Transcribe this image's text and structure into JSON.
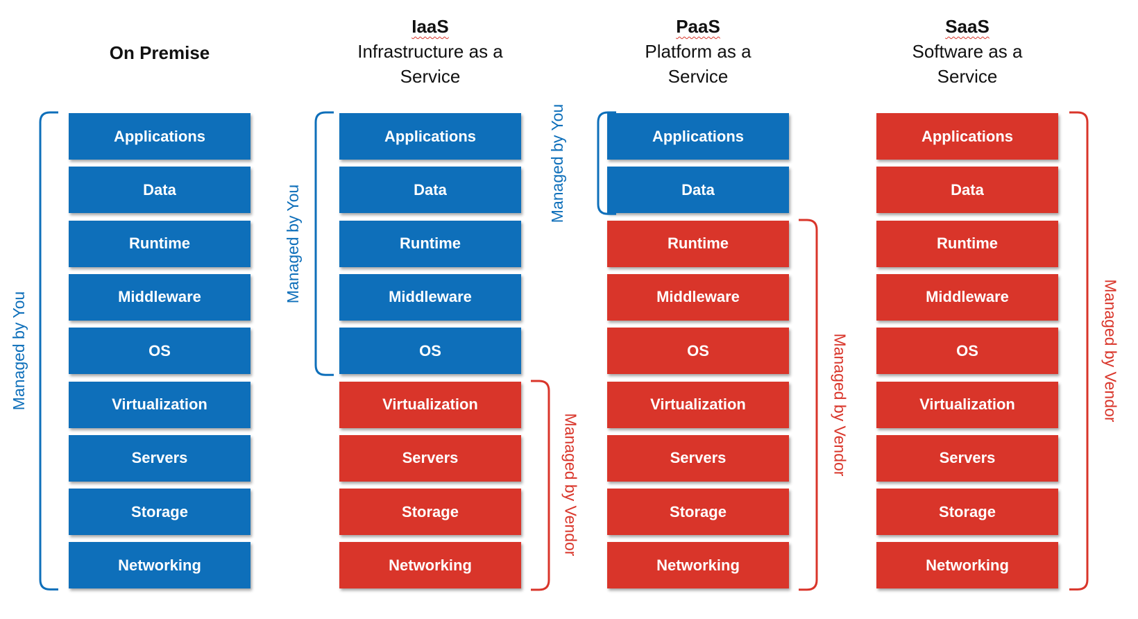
{
  "colors": {
    "you": "#0e6fba",
    "vendor": "#d9352a",
    "text": "#111111"
  },
  "columns": [
    {
      "id": "on-premise",
      "abbr": "On Premise",
      "full": "",
      "layers": [
        {
          "label": "Applications",
          "managed": "you"
        },
        {
          "label": "Data",
          "managed": "you"
        },
        {
          "label": "Runtime",
          "managed": "you"
        },
        {
          "label": "Middleware",
          "managed": "you"
        },
        {
          "label": "OS",
          "managed": "you"
        },
        {
          "label": "Virtualization",
          "managed": "you"
        },
        {
          "label": "Servers",
          "managed": "you"
        },
        {
          "label": "Storage",
          "managed": "you"
        },
        {
          "label": "Networking",
          "managed": "you"
        }
      ],
      "brackets": [
        {
          "label": "Managed by You",
          "managed": "you",
          "from": 0,
          "to": 8
        }
      ]
    },
    {
      "id": "iaas",
      "abbr": "IaaS",
      "full": "Infrastructure as a Service",
      "layers": [
        {
          "label": "Applications",
          "managed": "you"
        },
        {
          "label": "Data",
          "managed": "you"
        },
        {
          "label": "Runtime",
          "managed": "you"
        },
        {
          "label": "Middleware",
          "managed": "you"
        },
        {
          "label": "OS",
          "managed": "you"
        },
        {
          "label": "Virtualization",
          "managed": "vendor"
        },
        {
          "label": "Servers",
          "managed": "vendor"
        },
        {
          "label": "Storage",
          "managed": "vendor"
        },
        {
          "label": "Networking",
          "managed": "vendor"
        }
      ],
      "brackets": [
        {
          "label": "Managed by You",
          "managed": "you",
          "from": 0,
          "to": 4
        },
        {
          "label": "Managed by Vendor",
          "managed": "vendor",
          "from": 5,
          "to": 8
        }
      ]
    },
    {
      "id": "paas",
      "abbr": "PaaS",
      "full": "Platform as a Service",
      "layers": [
        {
          "label": "Applications",
          "managed": "you"
        },
        {
          "label": "Data",
          "managed": "you"
        },
        {
          "label": "Runtime",
          "managed": "vendor"
        },
        {
          "label": "Middleware",
          "managed": "vendor"
        },
        {
          "label": "OS",
          "managed": "vendor"
        },
        {
          "label": "Virtualization",
          "managed": "vendor"
        },
        {
          "label": "Servers",
          "managed": "vendor"
        },
        {
          "label": "Storage",
          "managed": "vendor"
        },
        {
          "label": "Networking",
          "managed": "vendor"
        }
      ],
      "brackets": [
        {
          "label": "Managed by You",
          "managed": "you",
          "from": 0,
          "to": 1
        },
        {
          "label": "Managed by Vendor",
          "managed": "vendor",
          "from": 2,
          "to": 8
        }
      ]
    },
    {
      "id": "saas",
      "abbr": "SaaS",
      "full": "Software as a Service",
      "layers": [
        {
          "label": "Applications",
          "managed": "vendor"
        },
        {
          "label": "Data",
          "managed": "vendor"
        },
        {
          "label": "Runtime",
          "managed": "vendor"
        },
        {
          "label": "Middleware",
          "managed": "vendor"
        },
        {
          "label": "OS",
          "managed": "vendor"
        },
        {
          "label": "Virtualization",
          "managed": "vendor"
        },
        {
          "label": "Servers",
          "managed": "vendor"
        },
        {
          "label": "Storage",
          "managed": "vendor"
        },
        {
          "label": "Networking",
          "managed": "vendor"
        }
      ],
      "brackets": [
        {
          "label": "Managed by Vendor",
          "managed": "vendor",
          "from": 0,
          "to": 8
        }
      ]
    }
  ]
}
